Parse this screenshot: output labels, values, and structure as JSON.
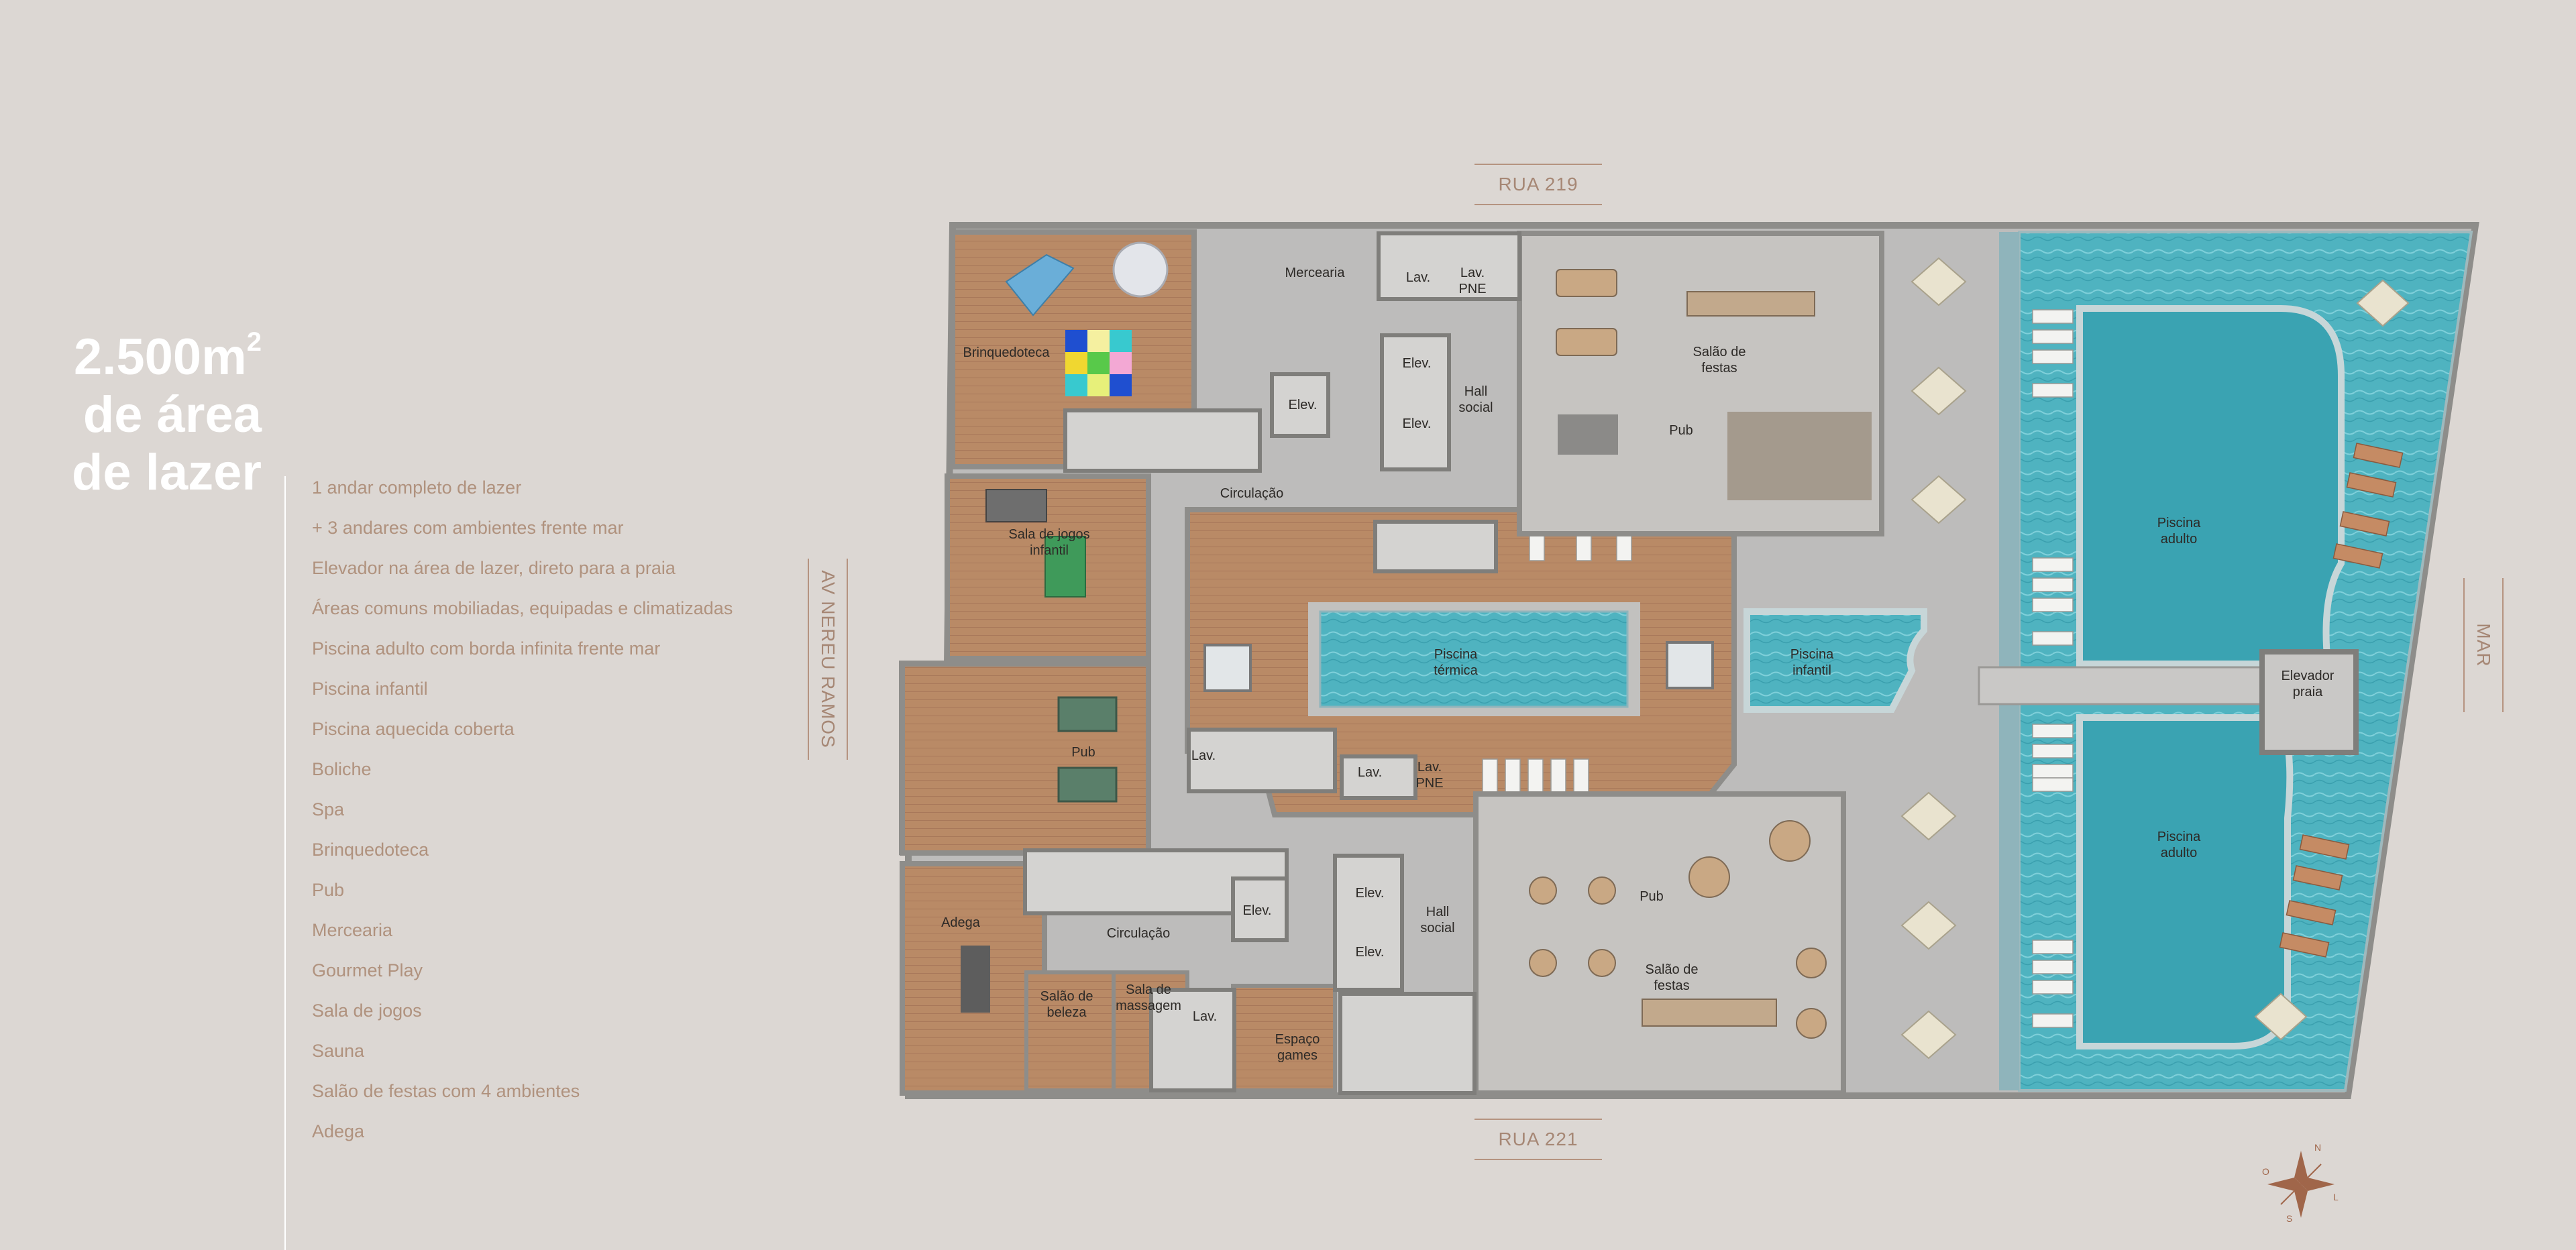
{
  "title": {
    "line1": "2.500m",
    "superscript": "2",
    "line2": "de área",
    "line3": "de lazer"
  },
  "features": [
    "1 andar completo de lazer",
    "+ 3 andares com ambientes frente mar",
    "Elevador na área de lazer, direto para a praia",
    "Áreas comuns mobiliadas, equipadas e climatizadas",
    "Piscina adulto com borda infinita frente mar",
    "Piscina infantil",
    "Piscina aquecida coberta",
    "Boliche",
    "Spa",
    "Brinquedoteca",
    "Pub",
    "Mercearia",
    "Gourmet Play",
    "Sala de jogos",
    "Sauna",
    "Salão de festas com 4 ambientes",
    "Adega"
  ],
  "streets": {
    "top": "RUA 219",
    "bottom": "RUA 221",
    "left": "AV NEREU RAMOS",
    "right": "MAR"
  },
  "rooms": {
    "brinquedoteca": "Brinquedoteca",
    "mercearia": "Mercearia",
    "lav": "Lav.",
    "lav_pne": [
      "Lav.",
      "PNE"
    ],
    "salao_festas": [
      "Salão de",
      "festas"
    ],
    "elev": "Elev.",
    "hall_social": [
      "Hall",
      "social"
    ],
    "pub": "Pub",
    "circulacao": "Circulação",
    "sala_jogos": [
      "Sala de jogos",
      "infantil"
    ],
    "piscina_termica": [
      "Piscina",
      "térmica"
    ],
    "piscina_infantil": [
      "Piscina",
      "infantil"
    ],
    "piscina_adulto": [
      "Piscina",
      "adulto"
    ],
    "elevador_praia": [
      "Elevador",
      "praia"
    ],
    "adega": "Adega",
    "salao_beleza": [
      "Salão de",
      "beleza"
    ],
    "sala_massagem": [
      "Sala de",
      "massagem"
    ],
    "espaco_games": [
      "Espaço",
      "games"
    ]
  },
  "colors": {
    "background": "#dcd7d3",
    "wood": "#b98a66",
    "floor": "#bdbcbb",
    "water": "#4fb3c0",
    "wall": "#8e8d8a",
    "accent": "#a68775"
  },
  "compass": {
    "n": "N",
    "s": "S",
    "o": "O",
    "l": "L"
  }
}
